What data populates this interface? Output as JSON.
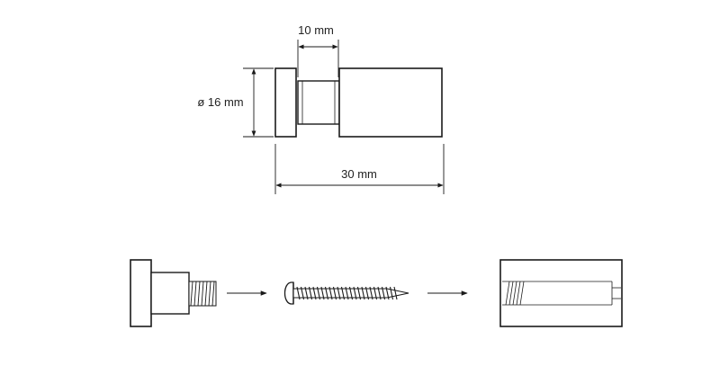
{
  "dimensions": {
    "width_label": "10 mm",
    "diameter_label": "ø 16 mm",
    "length_label": "30 mm"
  },
  "colors": {
    "line": "#1a1a1a",
    "fill": "#ffffff"
  },
  "assembly": {
    "parts": [
      "cap-with-threaded-stud",
      "screw",
      "sleeve"
    ],
    "arrows": 2
  }
}
